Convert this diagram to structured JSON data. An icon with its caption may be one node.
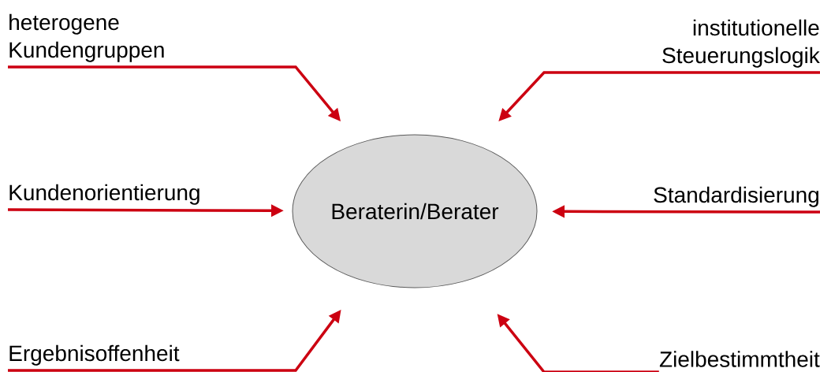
{
  "diagram": {
    "nodes": [
      {
        "text": [
          "Beraterin/Berater"
        ]
      },
      {
        "text": [
          "heterogene Kundengruppen"
        ]
      },
      {
        "text": [
          "institutionelle Steuerungslogik"
        ]
      },
      {
        "text": [
          "Kundenorientierung"
        ]
      },
      {
        "text": [
          "Standardisierung"
        ]
      },
      {
        "text": [
          "Ergebnisoffenheit"
        ]
      },
      {
        "text": [
          "Zielbestimmtheit"
        ]
      }
    ],
    "edges": [
      {
        "from": 1,
        "to": 0,
        "arrow": "to"
      },
      {
        "from": 2,
        "to": 0,
        "arrow": "to"
      },
      {
        "from": 3,
        "to": 0,
        "arrow": "to"
      },
      {
        "from": 4,
        "to": 0,
        "arrow": "to"
      },
      {
        "from": 5,
        "to": 0,
        "arrow": "to"
      },
      {
        "from": 6,
        "to": 0,
        "arrow": "to"
      }
    ]
  }
}
